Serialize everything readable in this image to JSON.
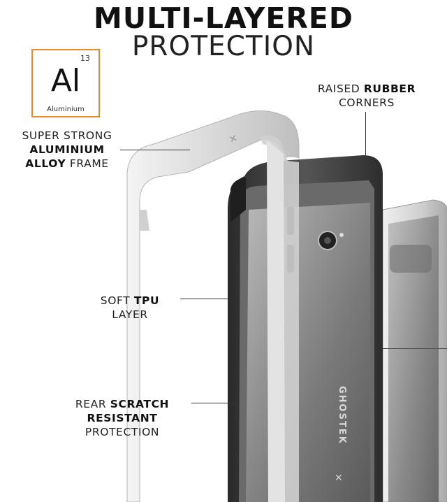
{
  "title": {
    "line1": "MULTI-LAYERED",
    "line2": "PROTECTION"
  },
  "element": {
    "number": "13",
    "symbol": "Al",
    "name": "Aluminium"
  },
  "callouts": {
    "aluminium": {
      "line1": "SUPER STRONG",
      "line2": "ALUMINIUM",
      "line3_bold": "ALLOY",
      "line3_rest": " FRAME"
    },
    "rubber": {
      "line1_plain": "RAISED ",
      "line1_bold": "RUBBER",
      "line2": "CORNERS"
    },
    "tpu": {
      "line1_plain": "SOFT ",
      "line1_bold": "TPU",
      "line2": "LAYER"
    },
    "scratch": {
      "line1_plain": "REAR ",
      "line1_bold": "SCRATCH",
      "line2": "RESISTANT",
      "line3": "PROTECTION"
    }
  },
  "brand": {
    "wordmark": "GHOSTEK"
  },
  "colors": {
    "accent": "#e8892a",
    "frame": "#e9e9e9",
    "bumper": "#3a3a3a",
    "glass": "#8a8a8a"
  }
}
